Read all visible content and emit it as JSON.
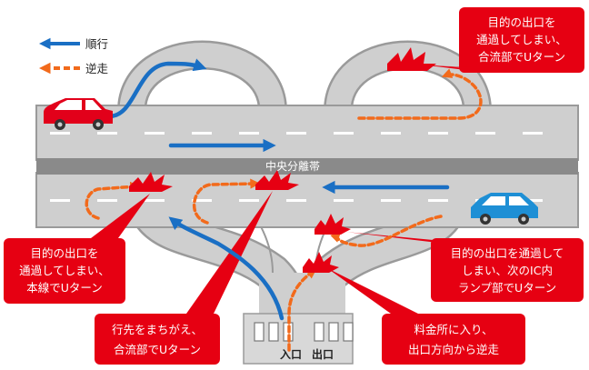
{
  "legend": {
    "forward_label": "順行",
    "reverse_label": "逆走"
  },
  "median_label": "中央分離帯",
  "booth": {
    "entrance_label": "入口",
    "exit_label": "出口"
  },
  "callouts": [
    {
      "id": "c1",
      "lines": [
        "目的の出口を",
        "通過してしまい、",
        "合流部でUターン"
      ]
    },
    {
      "id": "c2",
      "lines": [
        "目的の出口を",
        "通過してしまい、",
        "本線でUターン"
      ]
    },
    {
      "id": "c3",
      "lines": [
        "目的の出口を通過して",
        "しまい、次のIC内",
        "ランプ部でUターン"
      ]
    },
    {
      "id": "c4",
      "lines": [
        "行先をまちがえ、",
        "合流部でUターン"
      ]
    },
    {
      "id": "c5",
      "lines": [
        "料金所に入り、",
        "出口方向から逆走"
      ]
    }
  ],
  "colors": {
    "forward_arrow": "#1a6fc4",
    "reverse_arrow": "#f26a1b",
    "callout_fill": "#e60012",
    "road": "#cfcfcf",
    "road_edge": "#9a9a9a",
    "median": "#8a8a8a",
    "red_car": "#e2001a",
    "blue_car": "#1e8fd5"
  }
}
